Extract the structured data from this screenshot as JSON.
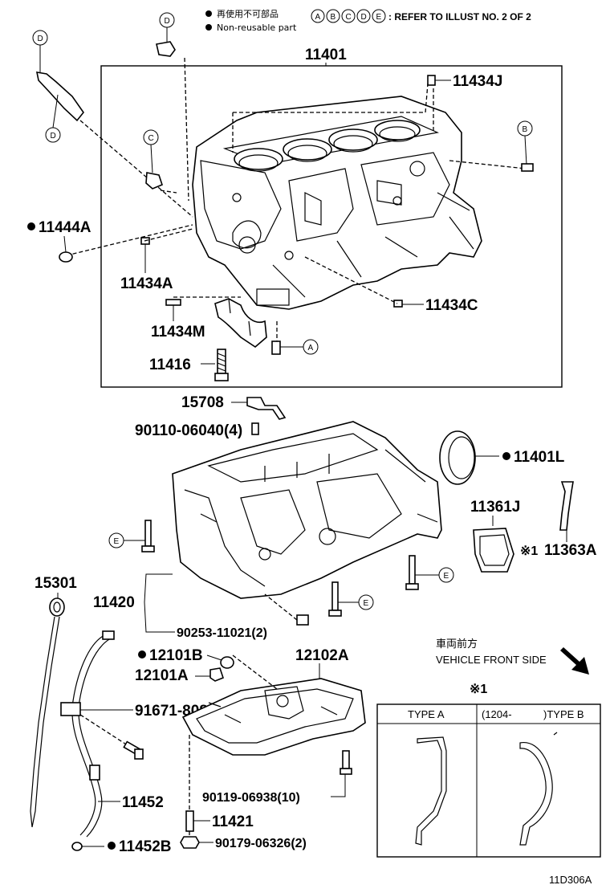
{
  "legend": {
    "non_reusable_jp": "再使用不可部品",
    "non_reusable_en": "Non-reusable part",
    "refer_text": ": REFER TO ILLUST NO. 2 OF 2",
    "ref_letters": [
      "A",
      "B",
      "C",
      "D",
      "E"
    ]
  },
  "parts": {
    "p11401": "11401",
    "p11434J": "11434J",
    "p11444A": "11444A",
    "p11434A": "11434A",
    "p11434C": "11434C",
    "p11434M": "11434M",
    "p11416": "11416",
    "p15708": "15708",
    "p90110": "90110-06040(4)",
    "p11401L": "11401L",
    "p11361J": "11361J",
    "p11363A": "11363A",
    "note_mark": "※1",
    "p15301": "15301",
    "p11420": "11420",
    "p90253": "90253-11021(2)",
    "p12101B": "12101B",
    "p12101A": "12101A",
    "p12102A": "12102A",
    "p91671": "91671-80816",
    "p90119": "90119-06938(10)",
    "p11452": "11452",
    "p11421": "11421",
    "p11452B": "11452B",
    "p90179": "90179-06326(2)"
  },
  "callouts": {
    "d_top": "D",
    "d_left_top": "D",
    "d_left_bottom": "D",
    "c": "C",
    "b": "B",
    "a": "A",
    "e1": "E",
    "e2": "E",
    "e3": "E"
  },
  "front": {
    "jp": "車両前方",
    "en": "VEHICLE FRONT SIDE"
  },
  "types_table": {
    "note": "※1",
    "type_a": "TYPE A",
    "type_b_prefix": "(1204-",
    "type_b": ")TYPE B"
  },
  "illustration_id": "11D306A"
}
